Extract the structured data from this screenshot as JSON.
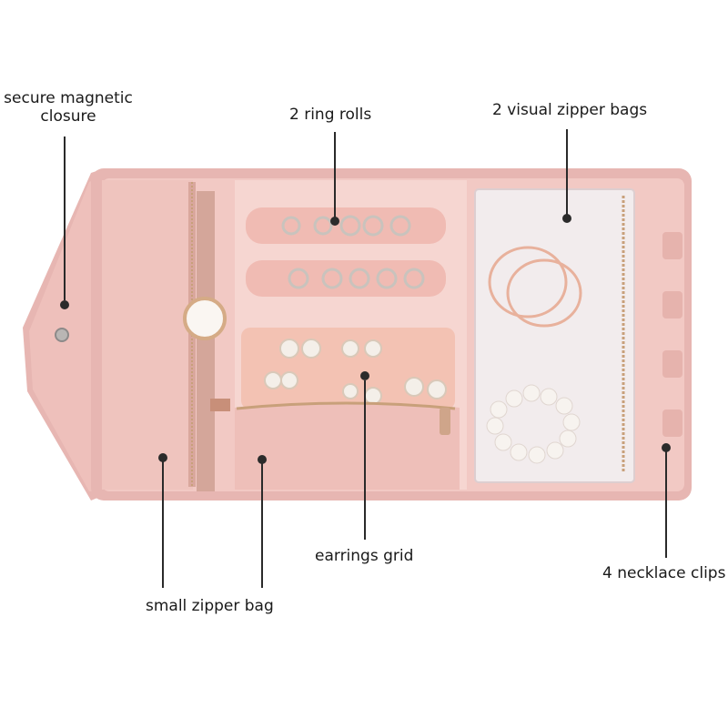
{
  "callouts": {
    "secure_magnetic_closure": "secure magnetic\nclosure",
    "ring_rolls": "2 ring rolls",
    "visual_zipper_bags": "2 visual zipper bags",
    "earrings_grid": "earrings grid",
    "necklace_clips": "4 necklace clips",
    "small_zipper_bag": "small zipper bag"
  },
  "colors": {
    "case_outer": "#e7b6b2",
    "case_inner": "#f2c9c4",
    "lining": "#f6d6d1",
    "pocket": "#efc4be",
    "zipper_gold": "#c8a07a",
    "pearl": "#f4efe9",
    "clear_bag": "#f3eef0",
    "label_text": "#1a1a1a"
  }
}
